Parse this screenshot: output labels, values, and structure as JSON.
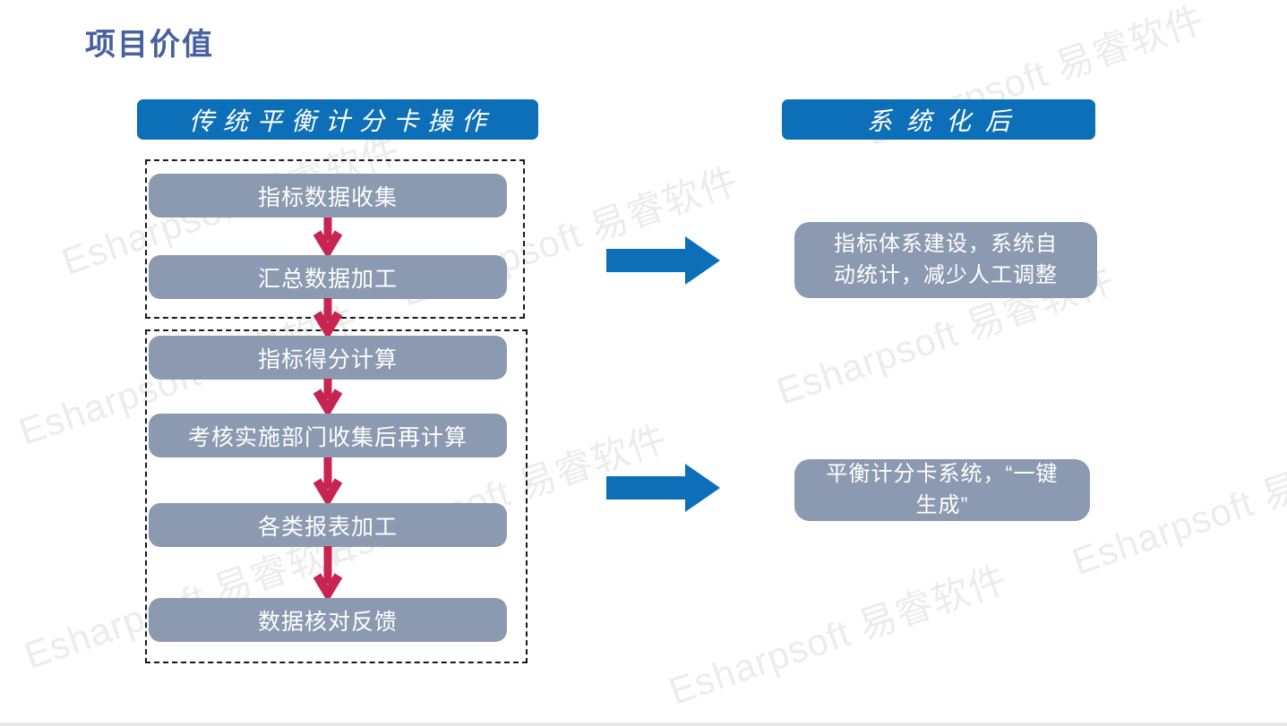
{
  "title": "项目价值",
  "left_panel": {
    "header": "传统平衡计分卡操作",
    "groups": [
      {
        "steps": [
          "指标数据收集",
          "汇总数据加工"
        ]
      },
      {
        "steps": [
          "指标得分计算",
          "考核实施部门收集后再计算",
          "各类报表加工",
          "数据核对反馈"
        ]
      }
    ]
  },
  "right_panel": {
    "header": "系统化后",
    "results": [
      "指标体系建设，系统自动统计，减少人工调整",
      "平衡计分卡系统，“一键生成”"
    ]
  },
  "watermark": {
    "text": "Esharpsoft 易睿软件"
  },
  "colors": {
    "title_text": "#47609f",
    "header_bg": "#0d6fb8",
    "step_box_bg": "#8b9ab1",
    "flow_arrow_red": "#c82452",
    "big_arrow_blue": "#0d6fb8",
    "watermark_gray": "#ececec",
    "dashed_border": "#1a1a1a"
  }
}
